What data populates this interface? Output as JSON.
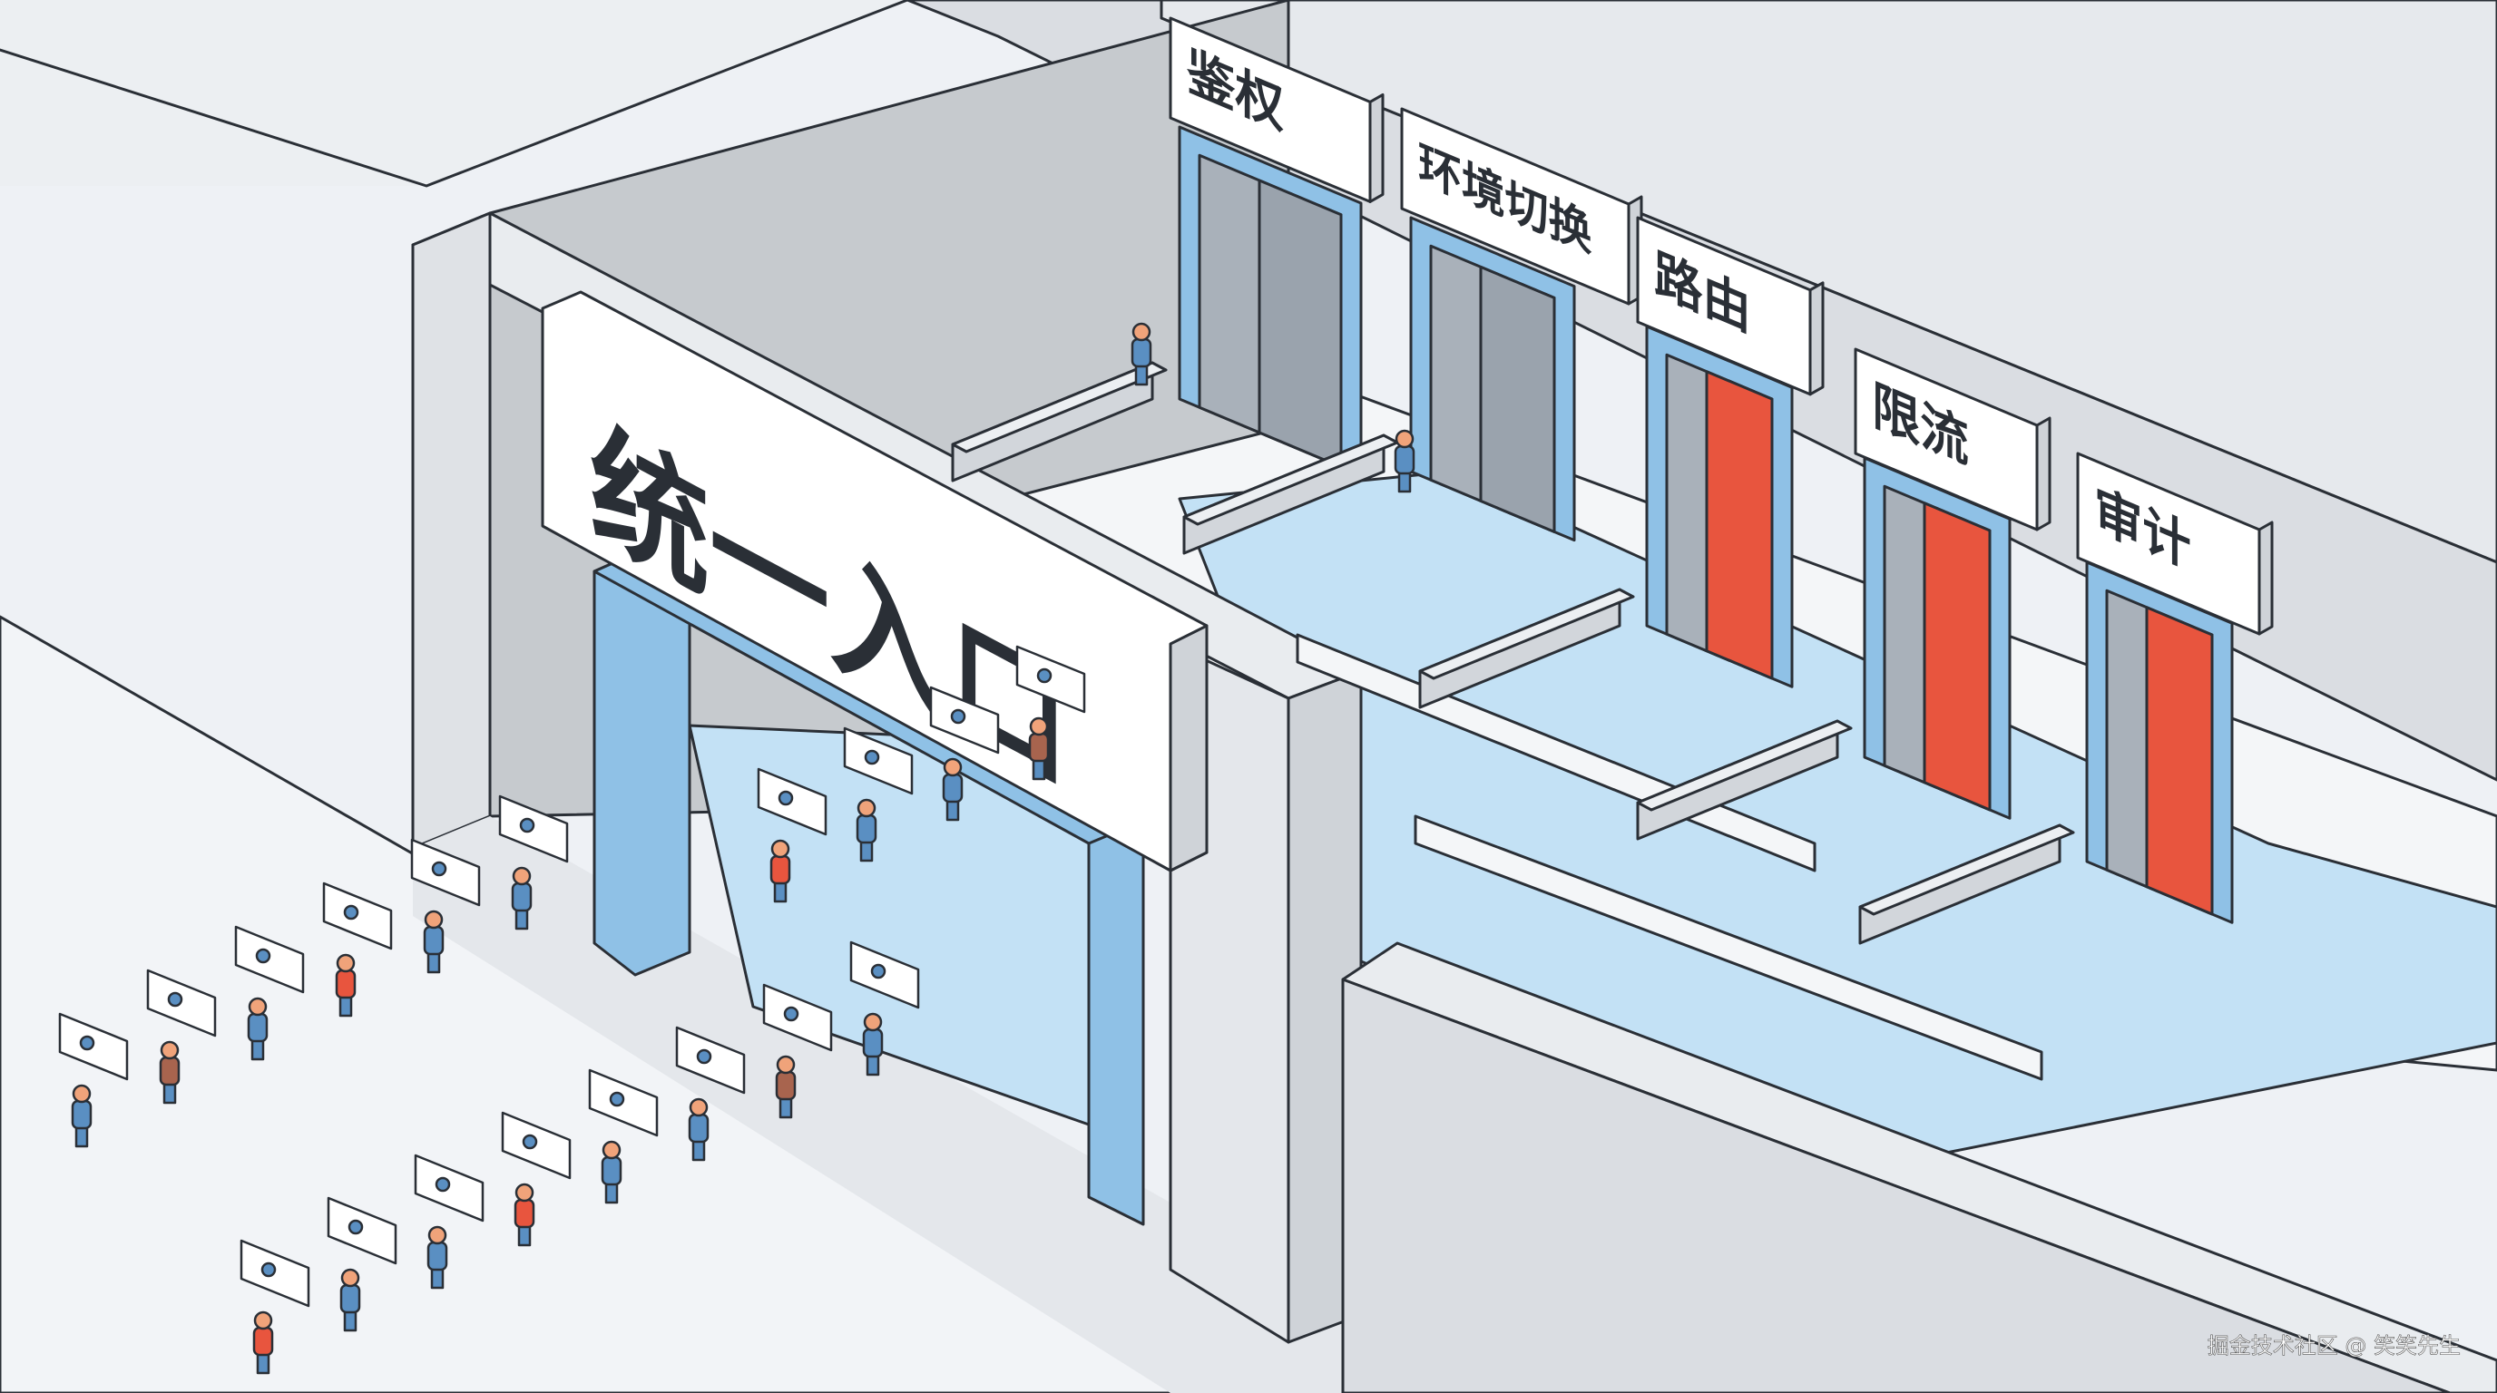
{
  "main_sign": {
    "text": "统一入口"
  },
  "gates": [
    {
      "label": "鉴权",
      "door_color": "#9aa3ad"
    },
    {
      "label": "环境切换",
      "door_color": "#9aa3ad"
    },
    {
      "label": "路由",
      "door_color": "#e8553e"
    },
    {
      "label": "限流",
      "door_color": "#e8553e"
    },
    {
      "label": "审计",
      "door_color": "#e8553e"
    }
  ],
  "watermark": "掘金技术社区 @ 笑笑先生",
  "colors": {
    "outline": "#2a2f36",
    "frame_blue": "#8fc1e6",
    "floor_blue": "#c3e1f5",
    "wall_light": "#e4e7eb",
    "wall_mid": "#cfd3d8",
    "wall_dark": "#b7bcc2",
    "person_blue": "#5a8fc2",
    "person_red": "#e8553e",
    "person_brown": "#a8644e",
    "skin": "#f0a37a"
  }
}
